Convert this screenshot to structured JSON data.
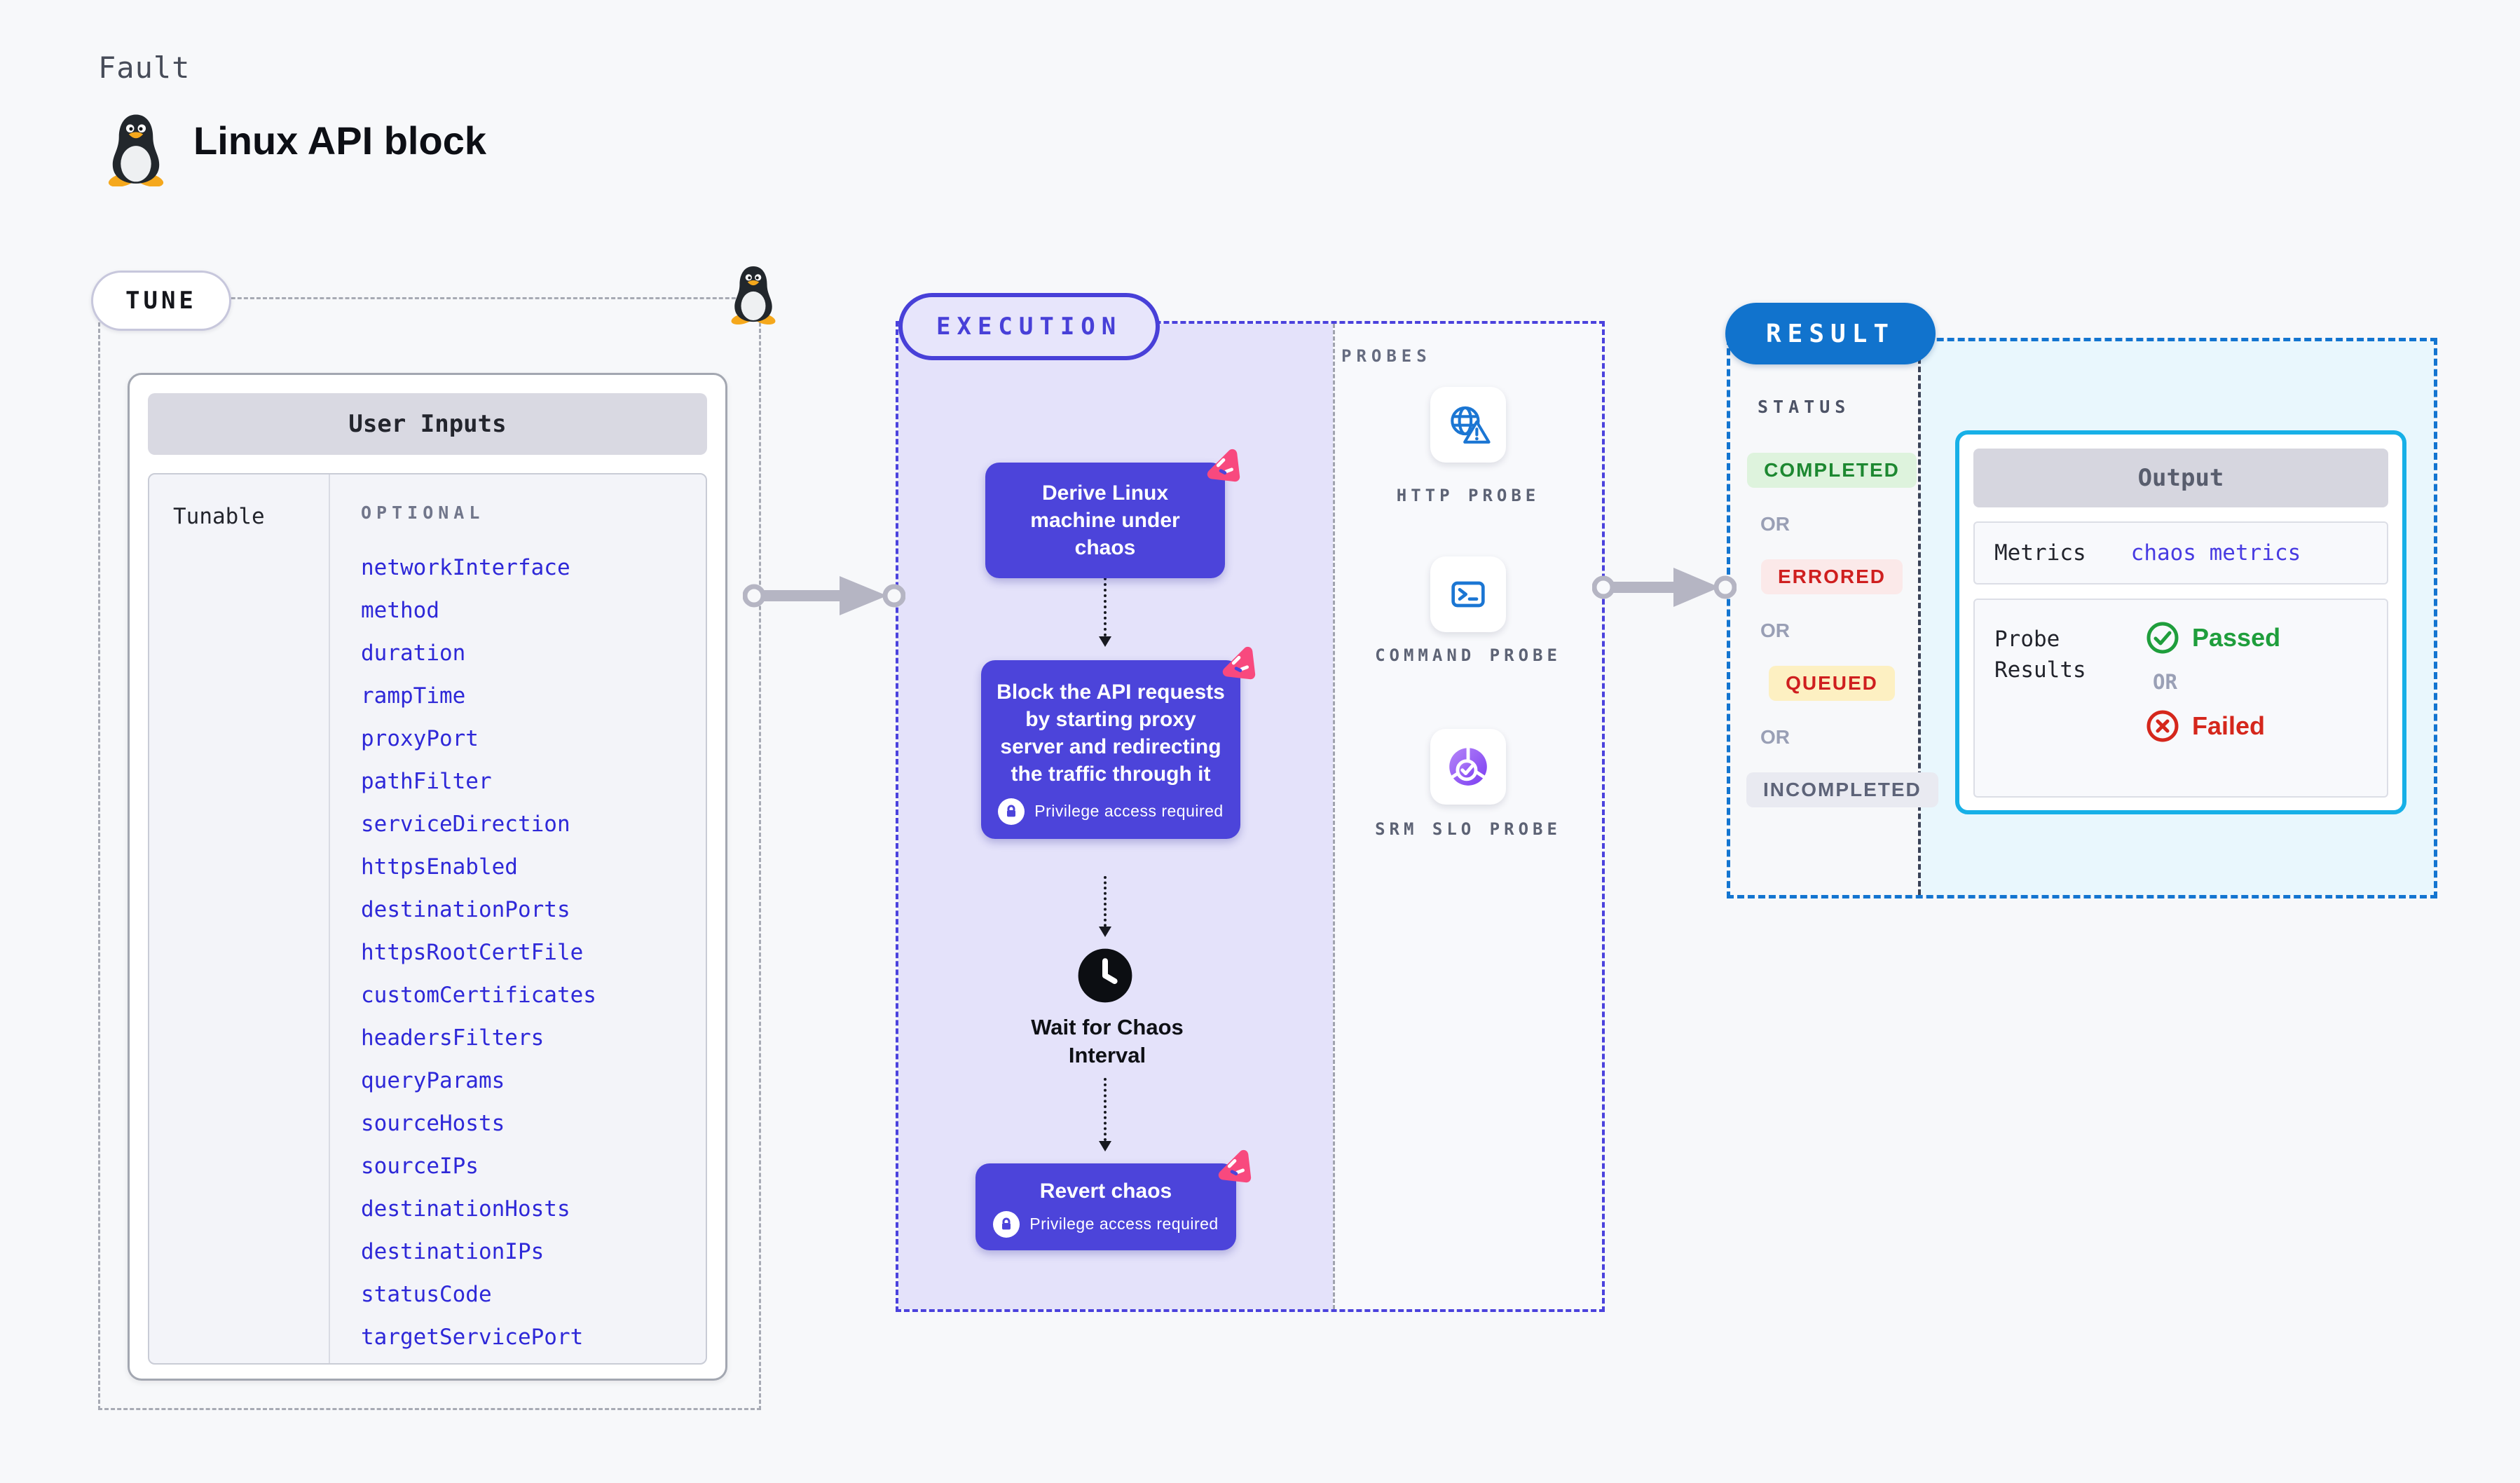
{
  "header": {
    "kicker": "Fault",
    "title": "Linux API block"
  },
  "tune": {
    "badge": "TUNE",
    "card_title": "User Inputs",
    "column_label": "Tunable",
    "optional_label": "OPTIONAL",
    "tunables": [
      "networkInterface",
      "method",
      "duration",
      "rampTime",
      "proxyPort",
      "pathFilter",
      "serviceDirection",
      "httpsEnabled",
      "destinationPorts",
      "httpsRootCertFile",
      "customCertificates",
      "headersFilters",
      "queryParams",
      "sourceHosts",
      "sourceIPs",
      "destinationHosts",
      "destinationIPs",
      "statusCode",
      "targetServicePort"
    ]
  },
  "execution": {
    "badge": "EXECUTION",
    "privilege_label": "Privilege access required",
    "nodes": [
      {
        "label": "Derive Linux machine under chaos"
      },
      {
        "label": "Block the API requests by starting proxy server and redirecting the traffic through it"
      },
      {
        "label": "Revert chaos"
      }
    ],
    "wait_label": "Wait for Chaos Interval"
  },
  "probes": {
    "label": "PROBES",
    "items": [
      {
        "label": "HTTP PROBE",
        "icon": "globe-warning-icon"
      },
      {
        "label": "COMMAND PROBE",
        "icon": "terminal-icon"
      },
      {
        "label": "SRM SLO PROBE",
        "icon": "slo-gauge-icon"
      }
    ]
  },
  "result": {
    "badge": "RESULT",
    "status_label": "STATUS",
    "or_label": "OR",
    "statuses": [
      {
        "label": "COMPLETED",
        "type": "completed"
      },
      {
        "label": "ERRORED",
        "type": "errored"
      },
      {
        "label": "QUEUED",
        "type": "queued"
      },
      {
        "label": "INCOMPLETED",
        "type": "incompleted"
      }
    ],
    "output": {
      "title": "Output",
      "metrics_label": "Metrics",
      "metrics_value": "chaos metrics",
      "probe_results_label": "Probe Results",
      "passed_label": "Passed",
      "failed_label": "Failed"
    }
  },
  "colors": {
    "page_bg": "#f7f8fa",
    "node_indigo": "#4c44da",
    "pill_indigo": "#4840d8",
    "lavender_bg": "#e4e2fa",
    "link_blue": "#2e28d8",
    "result_blue": "#1173cd",
    "output_border_cyan": "#17b0e7",
    "output_bg_cyan": "#e9f7fd",
    "probe_icon_blue": "#1b76d3",
    "srm_purple": "#7b3df2",
    "chaos_pink": "#f8497e",
    "completed_green": "#1d8831",
    "completed_bg": "#def3dd",
    "errored_red": "#cf1f1f",
    "errored_bg": "#fbe9e9",
    "queued_bg": "#fdf0c2",
    "incompleted_gray": "#5d6378",
    "incompleted_bg": "#e9eaf1",
    "passed_green": "#1f9e3c",
    "failed_red": "#d5271c",
    "tux_yellow": "#f5a81c"
  }
}
